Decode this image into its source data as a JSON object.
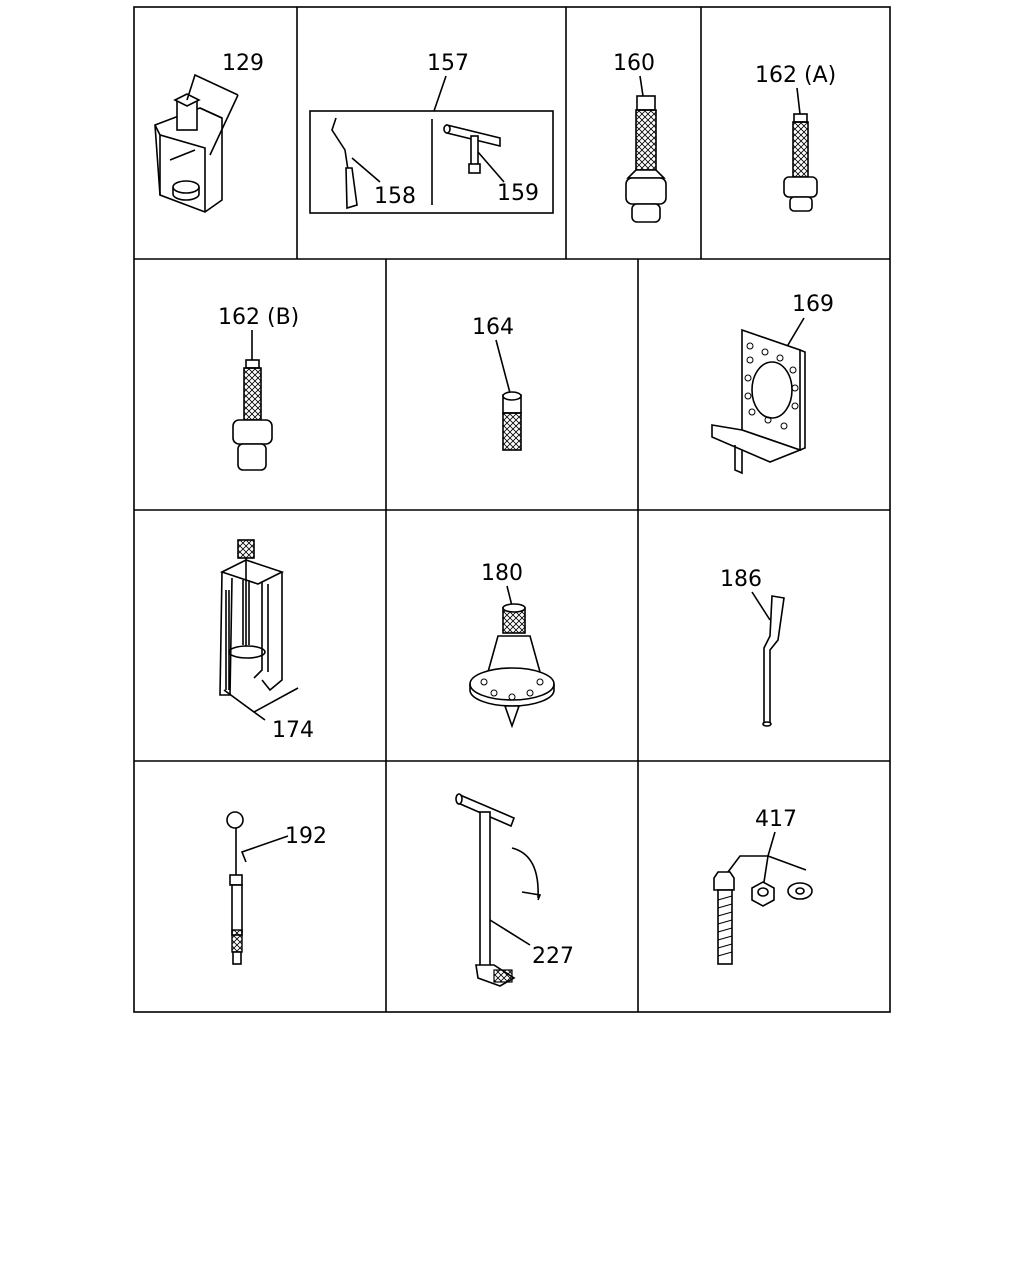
{
  "diagram": {
    "labels": {
      "l129": "129",
      "l157": "157",
      "l158": "158",
      "l159": "159",
      "l160": "160",
      "l162a": "162 (A)",
      "l162b": "162 (B)",
      "l164": "164",
      "l169": "169",
      "l174": "174",
      "l180": "180",
      "l186": "186",
      "l192": "192",
      "l227": "227",
      "l417": "417"
    }
  }
}
